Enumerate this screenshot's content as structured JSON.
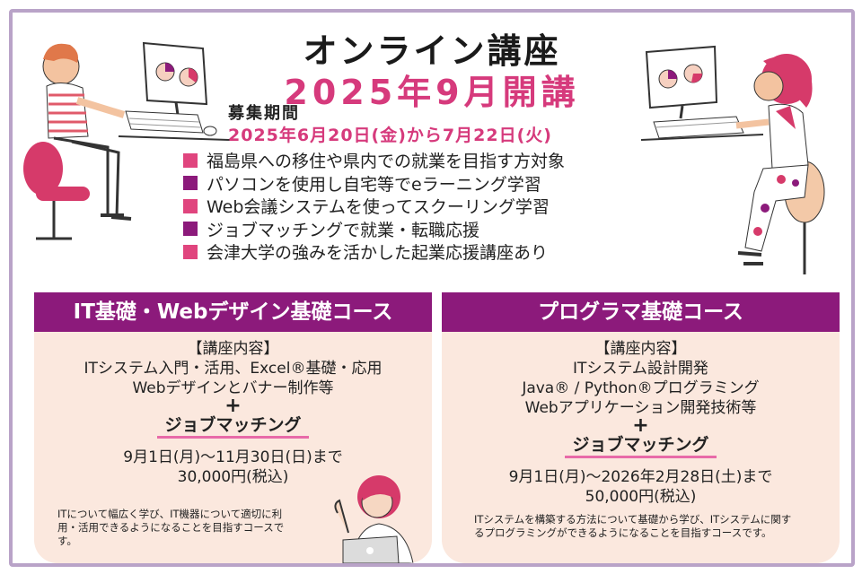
{
  "header": {
    "title": "オンライン講座",
    "subtitle": "2025年9月開講",
    "period_label": "募集期間",
    "period_dates": "2025年6月20日(金)から7月22日(火)"
  },
  "points": [
    {
      "text": "福島県への移住や県内での就業を目指す方対象",
      "color": "#e0457e"
    },
    {
      "text": "パソコンを使用し自宅等でeラーニング学習",
      "color": "#8c1a7b"
    },
    {
      "text": "Web会議システムを使ってスクーリング学習",
      "color": "#e0457e"
    },
    {
      "text": "ジョブマッチングで就業・転職応援",
      "color": "#8c1a7b"
    },
    {
      "text": "会津大学の強みを活かした起業応援講座あり",
      "color": "#e0457e"
    }
  ],
  "courses": [
    {
      "title": "IT基礎・Webデザイン基礎コース",
      "content_label": "【講座内容】",
      "lines": [
        "ITシステム入門・活用、Excel®基礎・応用",
        "Webデザインとバナー制作等"
      ],
      "plus": "+",
      "job_matching": "ジョブマッチング",
      "schedule": "9月1日(月)〜11月30日(日)まで",
      "price": "30,000円(税込)",
      "description": "ITについて幅広く学び、IT機器について適切に利用・活用できるようになることを目指すコースです。"
    },
    {
      "title": "プログラマ基礎コース",
      "content_label": "【講座内容】",
      "lines": [
        "ITシステム設計開発",
        "Java® / Python®プログラミング",
        "Webアプリケーション開発技術等"
      ],
      "plus": "+",
      "job_matching": "ジョブマッチング",
      "schedule": "9月1日(月)〜2026年2月28日(土)まで",
      "price": "50,000円(税込)",
      "description": "ITシステムを構築する方法について基礎から学び、ITシステムに関するプログラミングができるようになることを目指すコースです。"
    }
  ],
  "colors": {
    "accent_pink": "#d63a7c",
    "accent_purple": "#8c1a7b",
    "card_bg": "#fbe8de",
    "border": "#b9a3c8"
  },
  "illustrations": [
    "man-at-computer",
    "woman-at-computer",
    "woman-with-laptop"
  ]
}
